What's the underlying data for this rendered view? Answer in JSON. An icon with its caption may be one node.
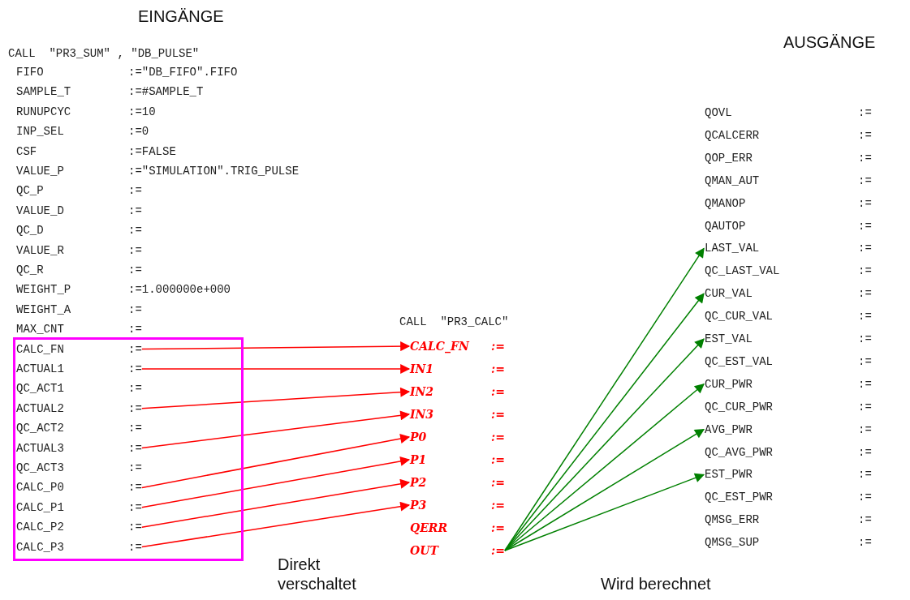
{
  "diagram": {
    "nodes": [
      {
        "text": [],
        "shape": "box"
      },
      {
        "text": [
          "CALC_FN",
          ":="
        ],
        "in": 0
      },
      {
        "text": [
          "ACTUAL1",
          ":="
        ],
        "in": 0
      },
      {
        "text": [
          "QC_ACT1",
          ":="
        ],
        "in": 0
      },
      {
        "text": [
          "ACTUAL2",
          ":="
        ],
        "in": 0
      },
      {
        "text": [
          "QC_ACT2",
          ":="
        ],
        "in": 0
      },
      {
        "text": [
          "ACTUAL3",
          ":="
        ],
        "in": 0
      },
      {
        "text": [
          "QC_ACT3",
          ":="
        ],
        "in": 0
      },
      {
        "text": [
          "CALC_P0",
          ":="
        ],
        "in": 0
      },
      {
        "text": [
          "CALC_P1",
          ":="
        ],
        "in": 0
      },
      {
        "text": [
          "CALC_P2",
          ":="
        ],
        "in": 0
      },
      {
        "text": [
          "CALC_P3",
          ":="
        ],
        "in": 0
      },
      {
        "text": [
          "CALC_FN",
          ":="
        ]
      },
      {
        "text": [
          "IN1",
          ":="
        ]
      },
      {
        "text": [
          "IN2",
          ":="
        ]
      },
      {
        "text": [
          "IN3",
          ":="
        ]
      },
      {
        "text": [
          "P0",
          ":="
        ]
      },
      {
        "text": [
          "P1",
          ":="
        ]
      },
      {
        "text": [
          "P2",
          ":="
        ]
      },
      {
        "text": [
          "P3",
          ":="
        ]
      },
      {
        "text": [
          "OUT",
          ":="
        ]
      },
      {
        "text": [
          "LAST_VAL",
          ":="
        ]
      },
      {
        "text": [
          "CUR_VAL",
          ":="
        ]
      },
      {
        "text": [
          "EST_VAL",
          ":="
        ]
      },
      {
        "text": [
          "CUR_PWR",
          ":="
        ]
      },
      {
        "text": [
          "AVG_PWR",
          ":="
        ]
      },
      {
        "text": [
          "EST_PWR",
          ":="
        ]
      }
    ],
    "edges": [
      {
        "from": 1,
        "to": 12,
        "arrow": "to"
      },
      {
        "from": 2,
        "to": 13,
        "arrow": "to"
      },
      {
        "from": 4,
        "to": 14,
        "arrow": "to"
      },
      {
        "from": 6,
        "to": 15,
        "arrow": "to"
      },
      {
        "from": 8,
        "to": 16,
        "arrow": "to"
      },
      {
        "from": 9,
        "to": 17,
        "arrow": "to"
      },
      {
        "from": 10,
        "to": 18,
        "arrow": "to"
      },
      {
        "from": 11,
        "to": 19,
        "arrow": "to"
      },
      {
        "from": 20,
        "to": 21,
        "arrow": "to",
        "color": "#008000"
      },
      {
        "from": 20,
        "to": 22,
        "arrow": "to",
        "color": "#008000"
      },
      {
        "from": 20,
        "to": 23,
        "arrow": "to",
        "color": "#008000"
      },
      {
        "from": 20,
        "to": 24,
        "arrow": "to",
        "color": "#008000"
      },
      {
        "from": 20,
        "to": 25,
        "arrow": "to",
        "color": "#008000"
      },
      {
        "from": 20,
        "to": 26,
        "arrow": "to",
        "color": "#008000"
      }
    ],
    "labels": [
      "EINGÄNGE",
      "AUSGÄNGE",
      "CALL  \"PR3_SUM\" , \"DB_PULSE\"",
      "FIFO",
      ":=\"DB_FIFO\".FIFO",
      "SAMPLE_T",
      ":=#SAMPLE_T",
      "RUNUPCYC",
      ":=10",
      "INP_SEL",
      ":=0",
      "CSF",
      ":=FALSE",
      "VALUE_P",
      ":=\"SIMULATION\".TRIG_PULSE",
      "QC_P",
      ":=",
      "VALUE_D",
      ":=",
      "QC_D",
      ":=",
      "VALUE_R",
      ":=",
      "QC_R",
      ":=",
      "WEIGHT_P",
      ":=1.000000e+000",
      "WEIGHT_A",
      ":=",
      "MAX_CNT",
      ":=",
      "QOVL",
      ":=",
      "QCALCERR",
      ":=",
      "QOP_ERR",
      ":=",
      "QMAN_AUT",
      ":=",
      "QMANOP",
      ":=",
      "QAUTOP",
      ":=",
      "QC_LAST_VAL",
      ":=",
      "QC_CUR_VAL",
      ":=",
      "QC_EST_VAL",
      ":=",
      "QC_CUR_PWR",
      ":=",
      "QC_AVG_PWR",
      ":=",
      "QC_EST_PWR",
      ":=",
      "QMSG_ERR",
      ":=",
      "QMSG_SUP",
      ":=",
      "CALL  \"PR3_CALC\"",
      "QERR",
      ":=",
      "Direkt verschaltet",
      "Wird berechnet"
    ]
  }
}
